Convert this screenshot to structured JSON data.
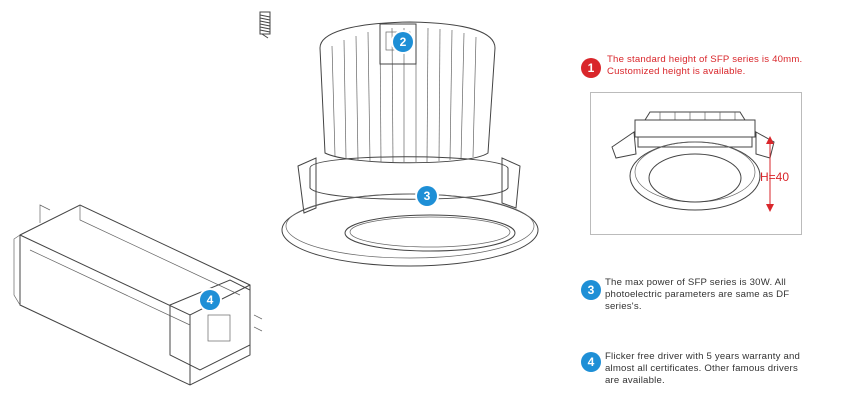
{
  "badges": {
    "b1": "1",
    "b2": "2",
    "b3": "3",
    "b4": "4",
    "n3": "3",
    "n4": "4"
  },
  "notes": {
    "note1": "The standard height of SFP series is 40mm. Customized height is available.",
    "note3": "The max power of SFP series is 30W. All photoelectric parameters are same as DF series's.",
    "note4": "Flicker free driver with 5 years warranty and almost all certificates. Other famous drivers are available."
  },
  "dimension": {
    "label": "H=40"
  },
  "colors": {
    "red": "#d9262b",
    "blue": "#1e8fd6",
    "text": "#333333"
  },
  "icons": [
    "spring-icon"
  ]
}
